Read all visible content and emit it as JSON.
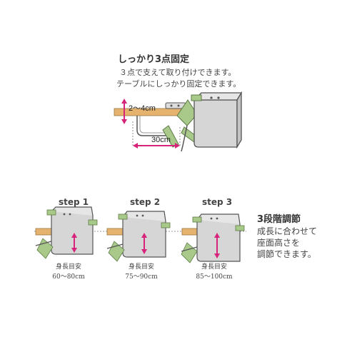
{
  "top": {
    "title": "しっかり3点固定",
    "desc_line1": "３点で支えて取り付けできます。",
    "desc_line2": "テーブルにしっかり固定できます。",
    "thickness_label": "2〜4cm",
    "depth_label": "30cm"
  },
  "steps": [
    {
      "label": "step 1",
      "caption_line1": "身長目安",
      "caption_line2": "60〜80cm",
      "level": 1
    },
    {
      "label": "step 2",
      "caption_line1": "身長目安",
      "caption_line2": "75〜90cm",
      "level": 2
    },
    {
      "label": "step 3",
      "caption_line1": "身長目安",
      "caption_line2": "85〜100cm",
      "level": 3
    }
  ],
  "right": {
    "title": "3段階調節",
    "desc_line1": "成長に合わせて",
    "desc_line2": "座面高さを",
    "desc_line3": "調節できます。"
  },
  "colors": {
    "table_wood": "#e6b36e",
    "seat_body": "#d6d6d6",
    "seat_outline": "#555555",
    "strap_green": "#a8c98a",
    "arrow_magenta": "#d6247a"
  }
}
